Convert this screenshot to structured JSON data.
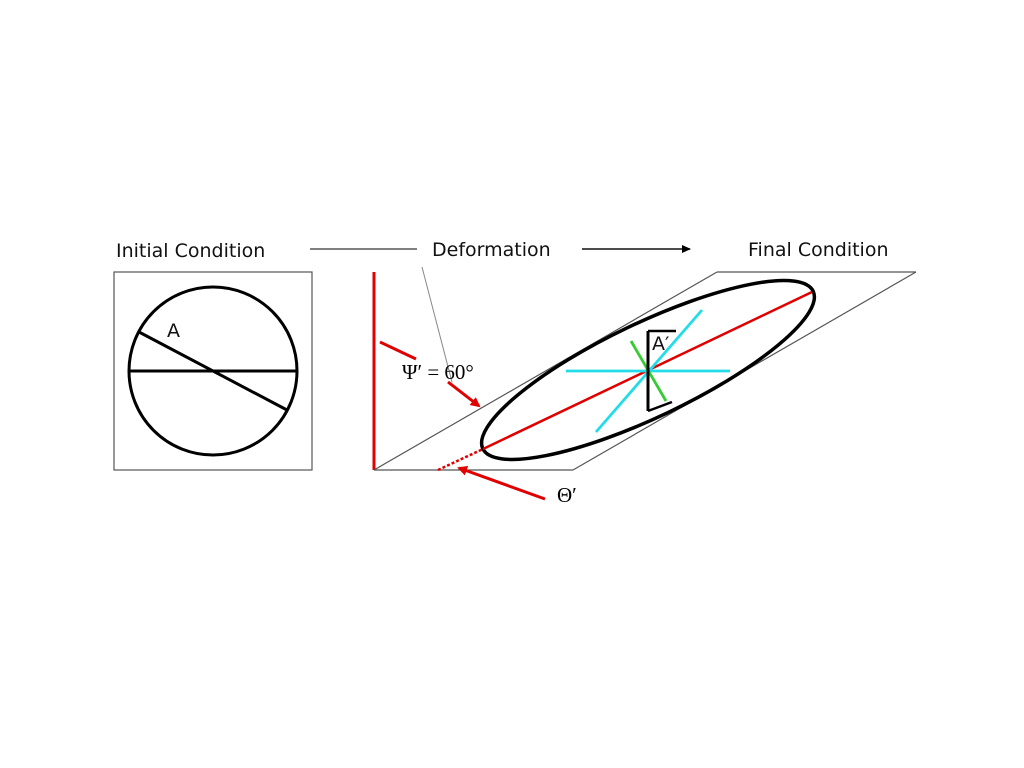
{
  "titles": {
    "initial": "Initial Condition",
    "deformation": "Deformation",
    "final": "Final Condition"
  },
  "labels": {
    "initial_line": "A",
    "final_line": "A′",
    "shear_angle": "Ψ′ = 60°",
    "theta": "Θ′"
  },
  "colors": {
    "outline": "#000000",
    "frame": "#555555",
    "red": "#e00000",
    "cyan": "#22dde8",
    "green": "#33cc33"
  }
}
